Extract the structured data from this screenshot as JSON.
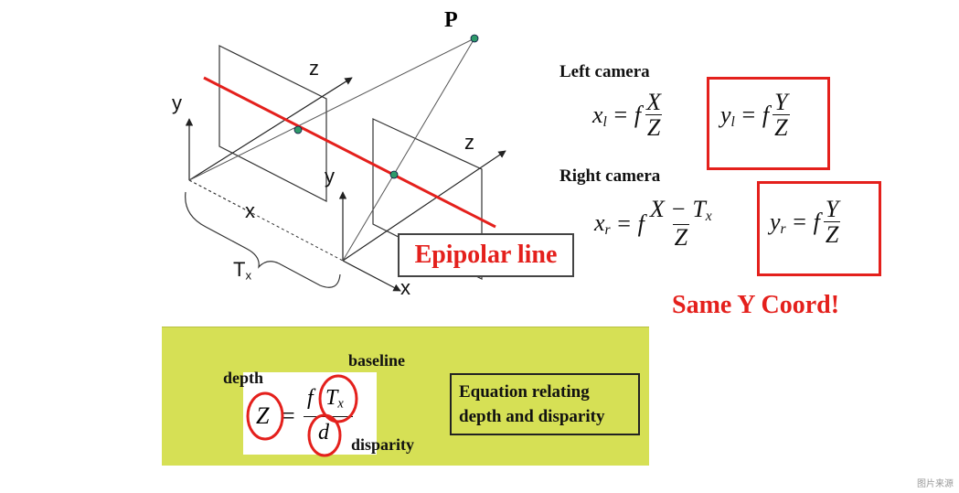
{
  "diagram": {
    "point_label": "P",
    "left_axes": {
      "y": "y",
      "z": "z",
      "x": "x"
    },
    "right_axes": {
      "y": "y",
      "z": "z",
      "x": "x"
    },
    "baseline_label_main": "T",
    "baseline_label_sub": "x",
    "epipolar_label": "Epipolar line",
    "colors": {
      "epipolar": "#e4201c",
      "points": "#2e9a6a",
      "lines": "#333333"
    }
  },
  "equations": {
    "left_heading": "Left camera",
    "right_heading": "Right camera",
    "left_x": {
      "lhs": "x",
      "lhs_sub": "l",
      "eq": "= f",
      "num": "X",
      "den": "Z"
    },
    "left_y": {
      "lhs": "y",
      "lhs_sub": "l",
      "eq": "= f",
      "num": "Y",
      "den": "Z"
    },
    "right_x": {
      "lhs": "x",
      "lhs_sub": "r",
      "eq": "= f",
      "num_a": "X − T",
      "num_sub": "x",
      "den": "Z"
    },
    "right_y": {
      "lhs": "y",
      "lhs_sub": "r",
      "eq": "= f",
      "num": "Y",
      "den": "Z"
    },
    "same_y_note": "Same Y Coord!"
  },
  "bottom_panel": {
    "depth_label": "depth",
    "baseline_label": "baseline",
    "disparity_label": "disparity",
    "formula": {
      "lhs": "Z",
      "eq": "=",
      "f": "f",
      "T": "T",
      "T_sub": "x",
      "den": "d"
    },
    "description_line1": "Equation relating",
    "description_line2": "depth and disparity",
    "colors": {
      "panel_bg": "#d6e055",
      "circle": "#e4201c"
    }
  },
  "watermark": "图片来源"
}
